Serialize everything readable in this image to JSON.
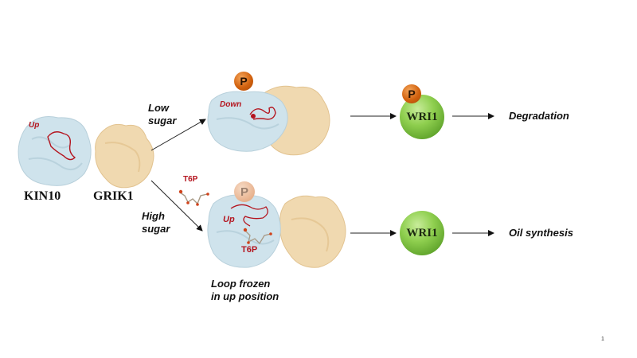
{
  "proteins": {
    "kin10": "KIN10",
    "grik1": "GRIK1",
    "wri1_top": "WRI1",
    "wri1_bottom": "WRI1"
  },
  "conditions": {
    "low_sugar_line1": "Low",
    "low_sugar_line2": "sugar",
    "high_sugar_line1": "High",
    "high_sugar_line2": "sugar"
  },
  "loop_labels": {
    "kin10_up": "Up",
    "low_down": "Down",
    "high_up": "Up"
  },
  "metabolite": {
    "free_t6p": "T6P",
    "bound_t6p": "T6P"
  },
  "phospho": {
    "low_p": "P",
    "high_p": "P",
    "wri1_p": "P"
  },
  "outcomes": {
    "top": "Degradation",
    "bottom": "Oil synthesis"
  },
  "caption": {
    "line1": "Loop frozen",
    "line2": "in up position"
  },
  "page_number": "1",
  "colors": {
    "kin10_surface": "#cfe3ec",
    "grik1_surface": "#f0d9b0",
    "loop_red": "#b4141e",
    "phospho_orange": "#d2620f",
    "wri1_green": "#7fc23f"
  }
}
